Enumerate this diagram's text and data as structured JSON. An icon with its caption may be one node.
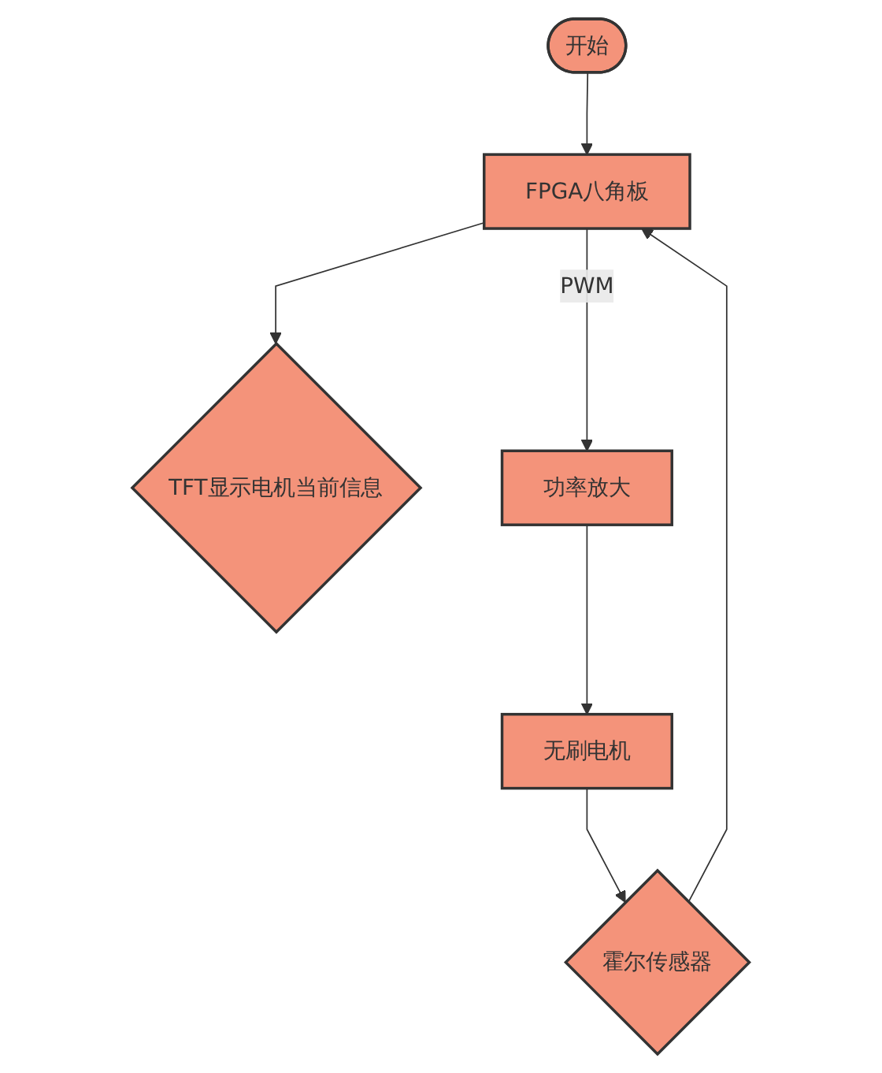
{
  "diagram": {
    "nodes": [
      {
        "text": [
          "开始"
        ]
      },
      {
        "text": [
          "FPGA八角板"
        ]
      },
      {
        "text": [
          "TFT显示电机当前信息"
        ]
      },
      {
        "text": [
          "功率放大"
        ]
      },
      {
        "text": [
          "无刷电机"
        ]
      },
      {
        "text": [
          "霍尔传感器"
        ]
      }
    ],
    "edges": [
      {
        "from": 0,
        "to": 1,
        "arrow": "to"
      },
      {
        "from": 1,
        "to": 2,
        "arrow": "to"
      },
      {
        "from": 1,
        "to": 3,
        "arrow": "to",
        "label": "PWM"
      },
      {
        "from": 3,
        "to": 4,
        "arrow": "to"
      },
      {
        "from": 4,
        "to": 5,
        "arrow": "to"
      },
      {
        "from": 5,
        "to": 1,
        "arrow": "to"
      }
    ]
  }
}
